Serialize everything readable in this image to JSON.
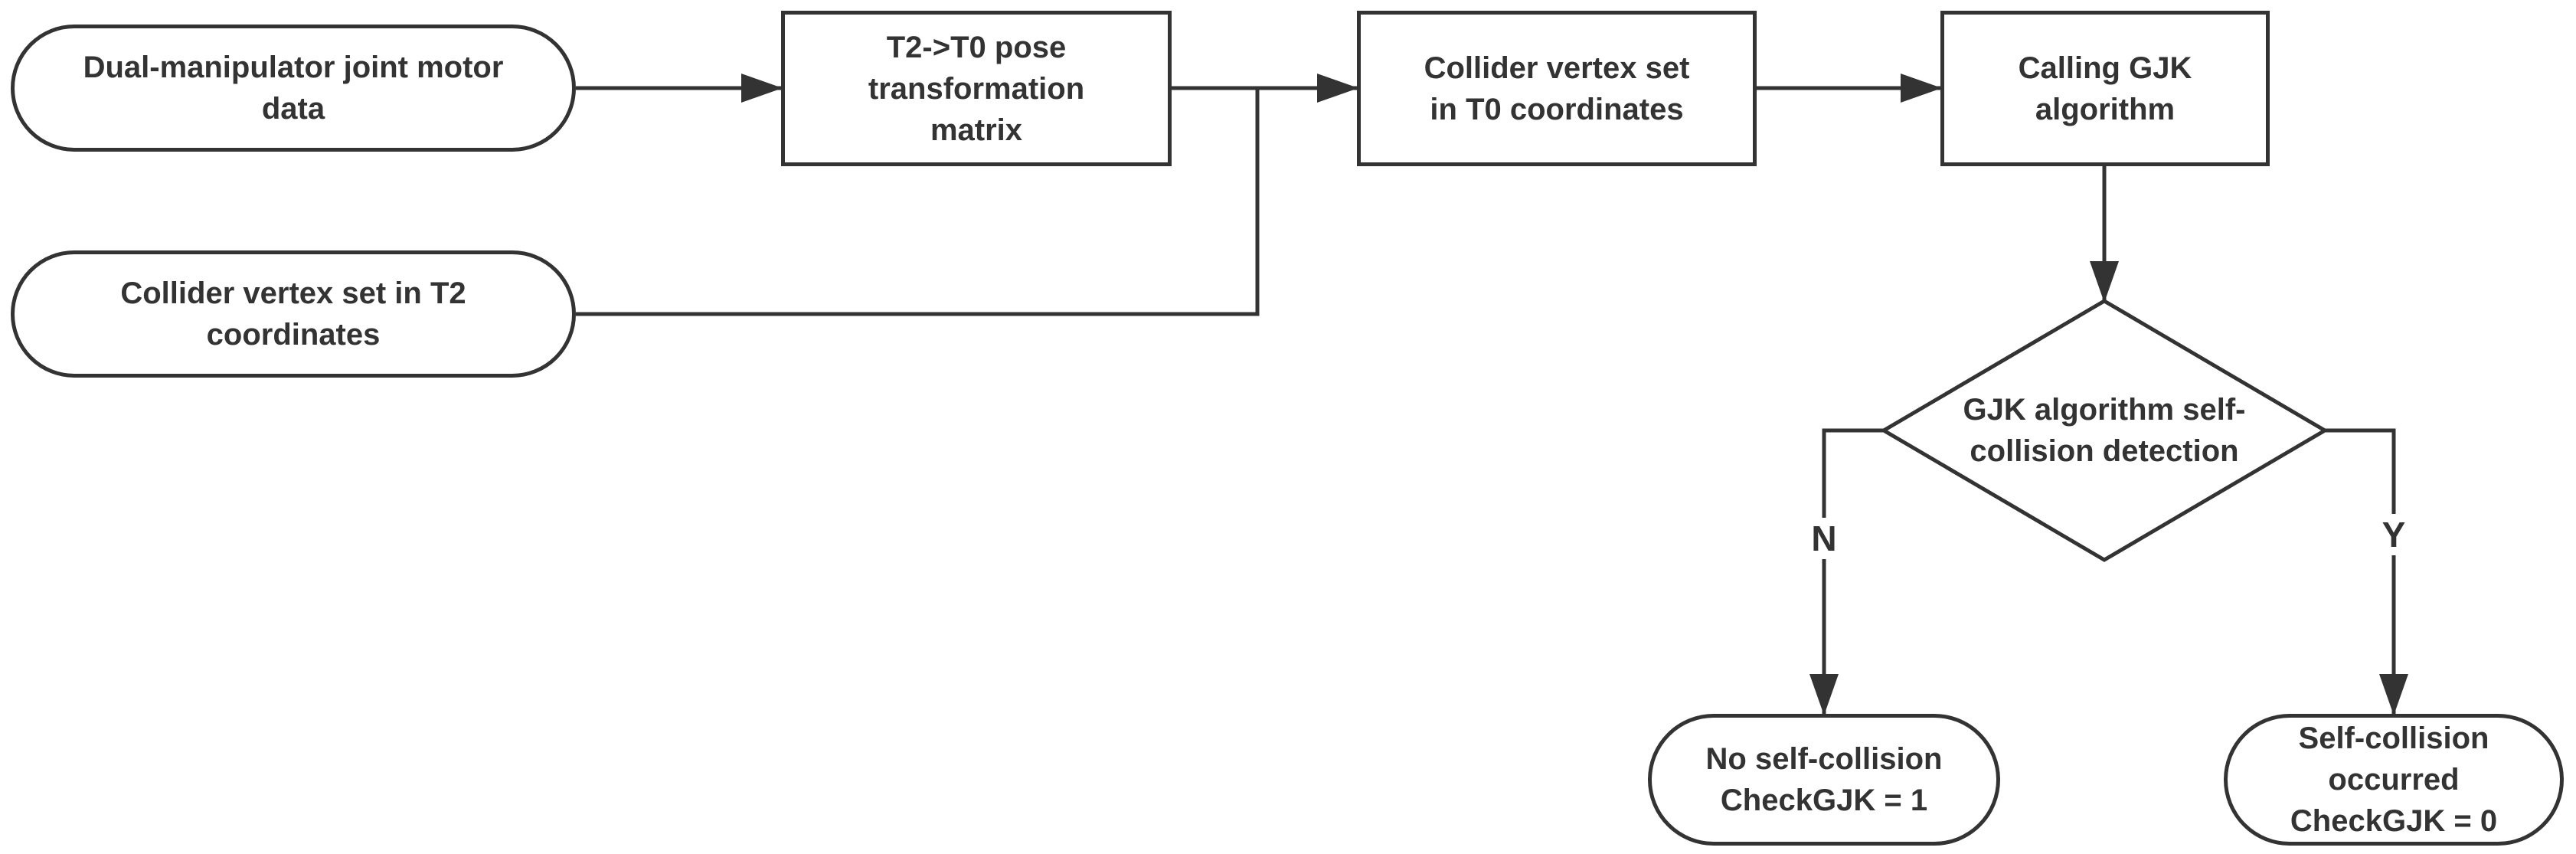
{
  "colors": {
    "stroke": "#333333",
    "fill": "#ffffff",
    "text": "#333333"
  },
  "nodes": {
    "motor_data": "Dual-manipulator joint motor\ndata",
    "pose_matrix": "T2->T0 pose\ntransformation\nmatrix",
    "vertex_t0": "Collider vertex set\nin T0 coordinates",
    "calling_gjk": "Calling GJK\nalgorithm",
    "vertex_t2": "Collider vertex set in T2\ncoordinates",
    "decision": "GJK algorithm self-\ncollision detection",
    "no_collision": "No self-collision\nCheckGJK = 1",
    "collision": "Self-collision\noccurred\nCheckGJK = 0"
  },
  "branches": {
    "no": "N",
    "yes": "Y"
  }
}
